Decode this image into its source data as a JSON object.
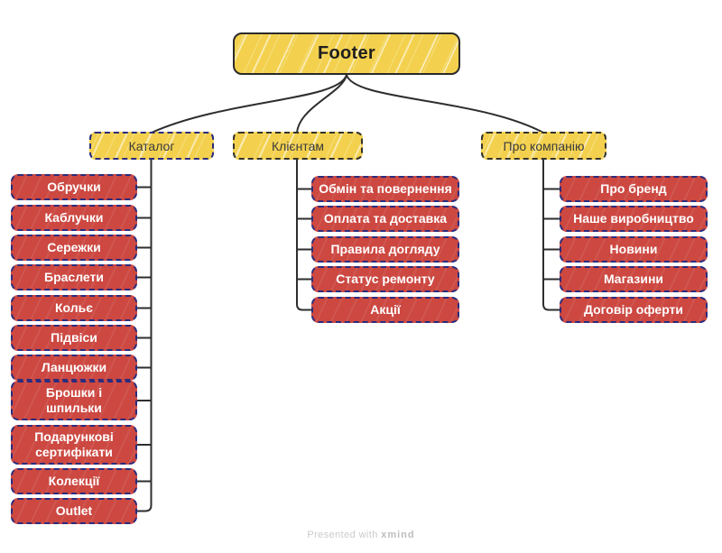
{
  "root": {
    "label": "Footer"
  },
  "branches": [
    {
      "label": "Каталог",
      "children": [
        "Обручки",
        "Каблучки",
        "Сережки",
        "Браслети",
        "Кольє",
        "Підвіси",
        "Ланцюжки",
        "Брошки і шпильки",
        "Подарункові сертифікати",
        "Колекції",
        "Outlet"
      ]
    },
    {
      "label": "Клієнтам",
      "children": [
        "Обмін та повернення",
        "Оплата та доставка",
        "Правила догляду",
        "Статус ремонту",
        "Акції"
      ]
    },
    {
      "label": "Про компанію",
      "children": [
        "Про бренд",
        "Наше виробництво",
        "Новини",
        "Магазини",
        "Договір оферти"
      ]
    }
  ],
  "watermark": {
    "prefix": "Presented with",
    "brand": "xmind"
  },
  "colors": {
    "root_fill": "#F3D14E",
    "branch_fill": "#F3D14E",
    "child_fill": "#CC4841",
    "dash_blue": "#2B2C7D",
    "dash_dark": "#35332C",
    "line": "#2E2E2E",
    "root_border": "#2A2A2A",
    "child_text": "#FFFFFF",
    "topic_text": "#3B3B3B",
    "watermark": "#CBCBCB"
  }
}
